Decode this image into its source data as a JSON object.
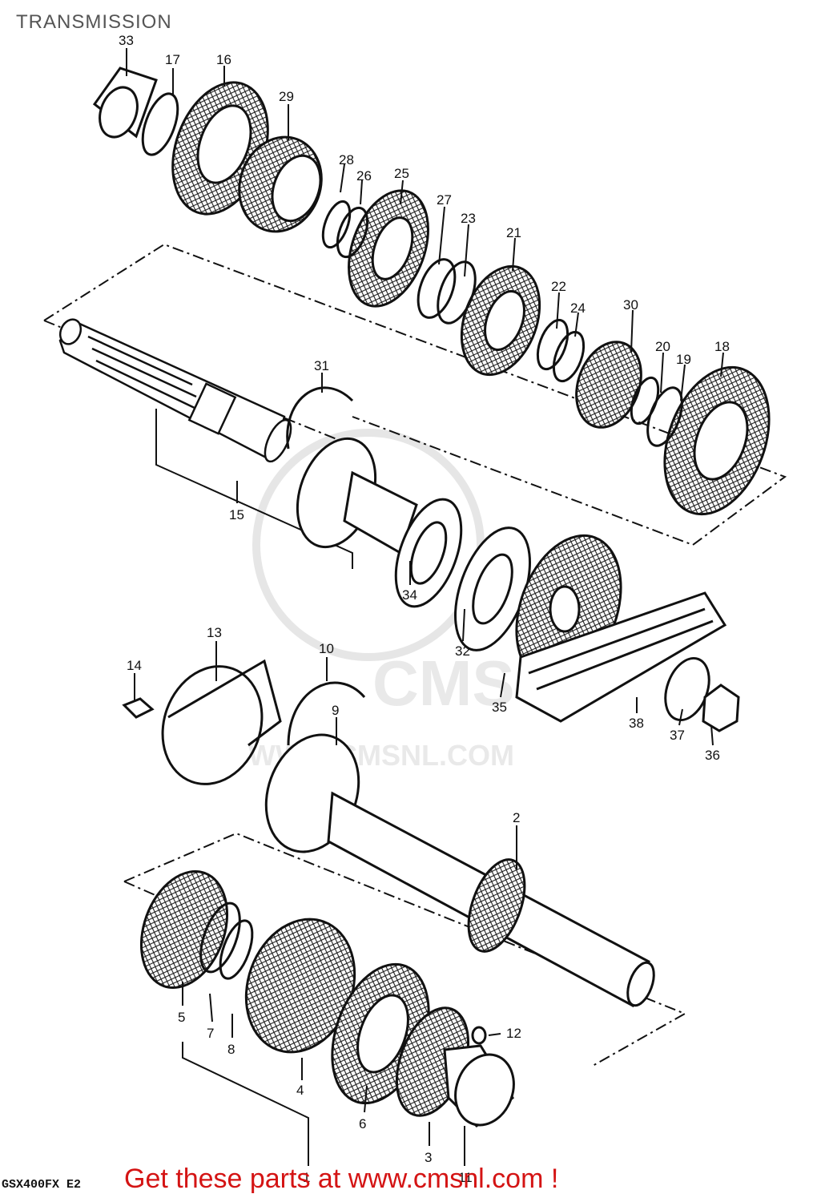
{
  "page": {
    "title": "TRANSMISSION"
  },
  "diagram": {
    "part_numbers": [
      "33",
      "17",
      "16",
      "29",
      "28",
      "26",
      "25",
      "27",
      "23",
      "21",
      "22",
      "24",
      "30",
      "20",
      "19",
      "18",
      "31",
      "15",
      "34",
      "32",
      "35",
      "38",
      "37",
      "36",
      "13",
      "14",
      "10",
      "9",
      "2",
      "5",
      "7",
      "8",
      "4",
      "6",
      "3",
      "12",
      "1",
      "11"
    ]
  },
  "watermark": {
    "text": "WWW.CMSNL.COM",
    "logo_text": "CMS"
  },
  "footer": {
    "model_code": "GSX400FX E2",
    "link_text": "Get these parts at www.cmsnl.com !"
  },
  "colors": {
    "line": "#111111",
    "footer_link": "#d41414",
    "watermark": "#d9d9d9"
  }
}
